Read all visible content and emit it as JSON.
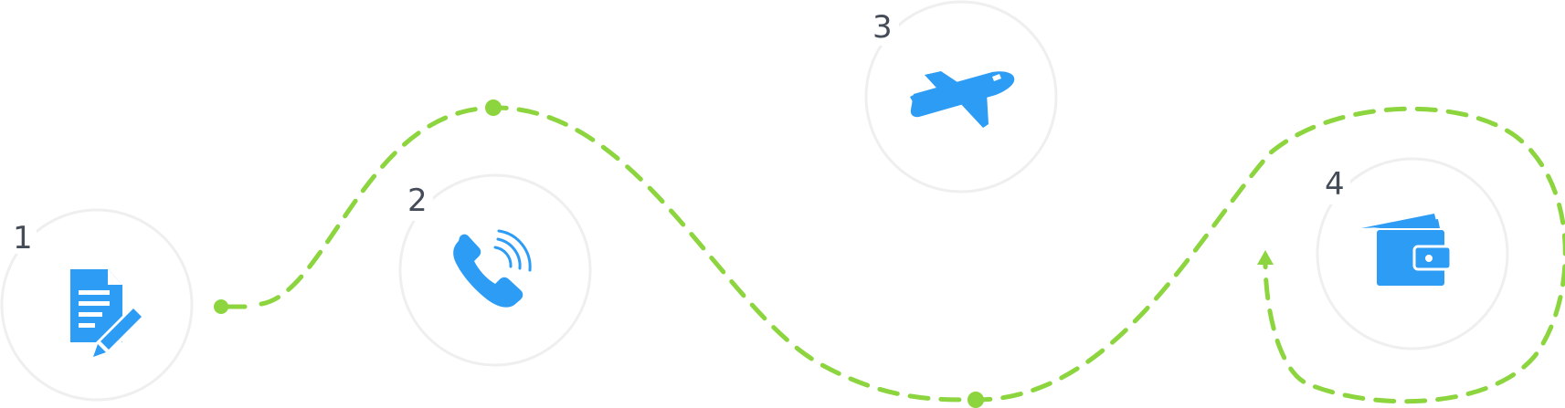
{
  "colors": {
    "icon": "#2d9cf5",
    "path": "#8cd53f",
    "ring": "#efefef",
    "number": "#454c58"
  },
  "steps": [
    {
      "number": "1",
      "icon": "document-edit-icon"
    },
    {
      "number": "2",
      "icon": "phone-call-icon"
    },
    {
      "number": "3",
      "icon": "airplane-icon"
    },
    {
      "number": "4",
      "icon": "wallet-icon"
    }
  ]
}
